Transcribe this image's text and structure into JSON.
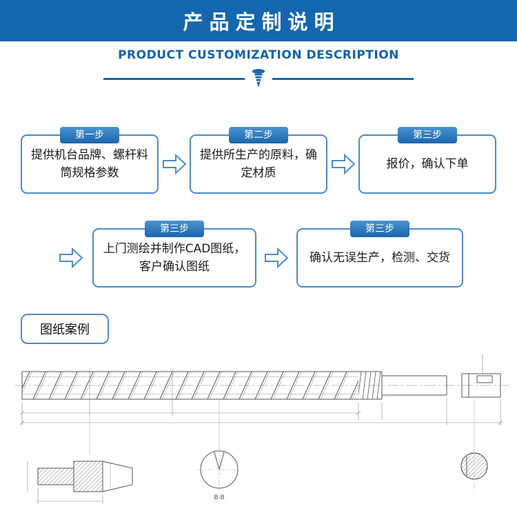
{
  "header": {
    "title": "产品定制说明",
    "subtitle": "PRODUCT CUSTOMIZATION DESCRIPTION"
  },
  "flow": {
    "steps": [
      {
        "label": "第一步",
        "text": "提供机台品牌、螺杆料筒规格参数"
      },
      {
        "label": "第二步",
        "text": "提供所生产的原料，确定材质"
      },
      {
        "label": "第三步",
        "text": "报价，确认下单"
      },
      {
        "label": "第三步",
        "text": "上门测绘并制作CAD图纸，客户确认图纸"
      },
      {
        "label": "第三步",
        "text": "确认无误生产，检测、交货"
      }
    ]
  },
  "drawing": {
    "title": "图纸案例",
    "annotation": "B-B"
  },
  "colors": {
    "banner_bg": "#1467af",
    "accent_blue": "#1262ab",
    "box_border": "#4b8cc8",
    "pill_bg": "#2a72b4",
    "drawing_line": "#555555"
  }
}
